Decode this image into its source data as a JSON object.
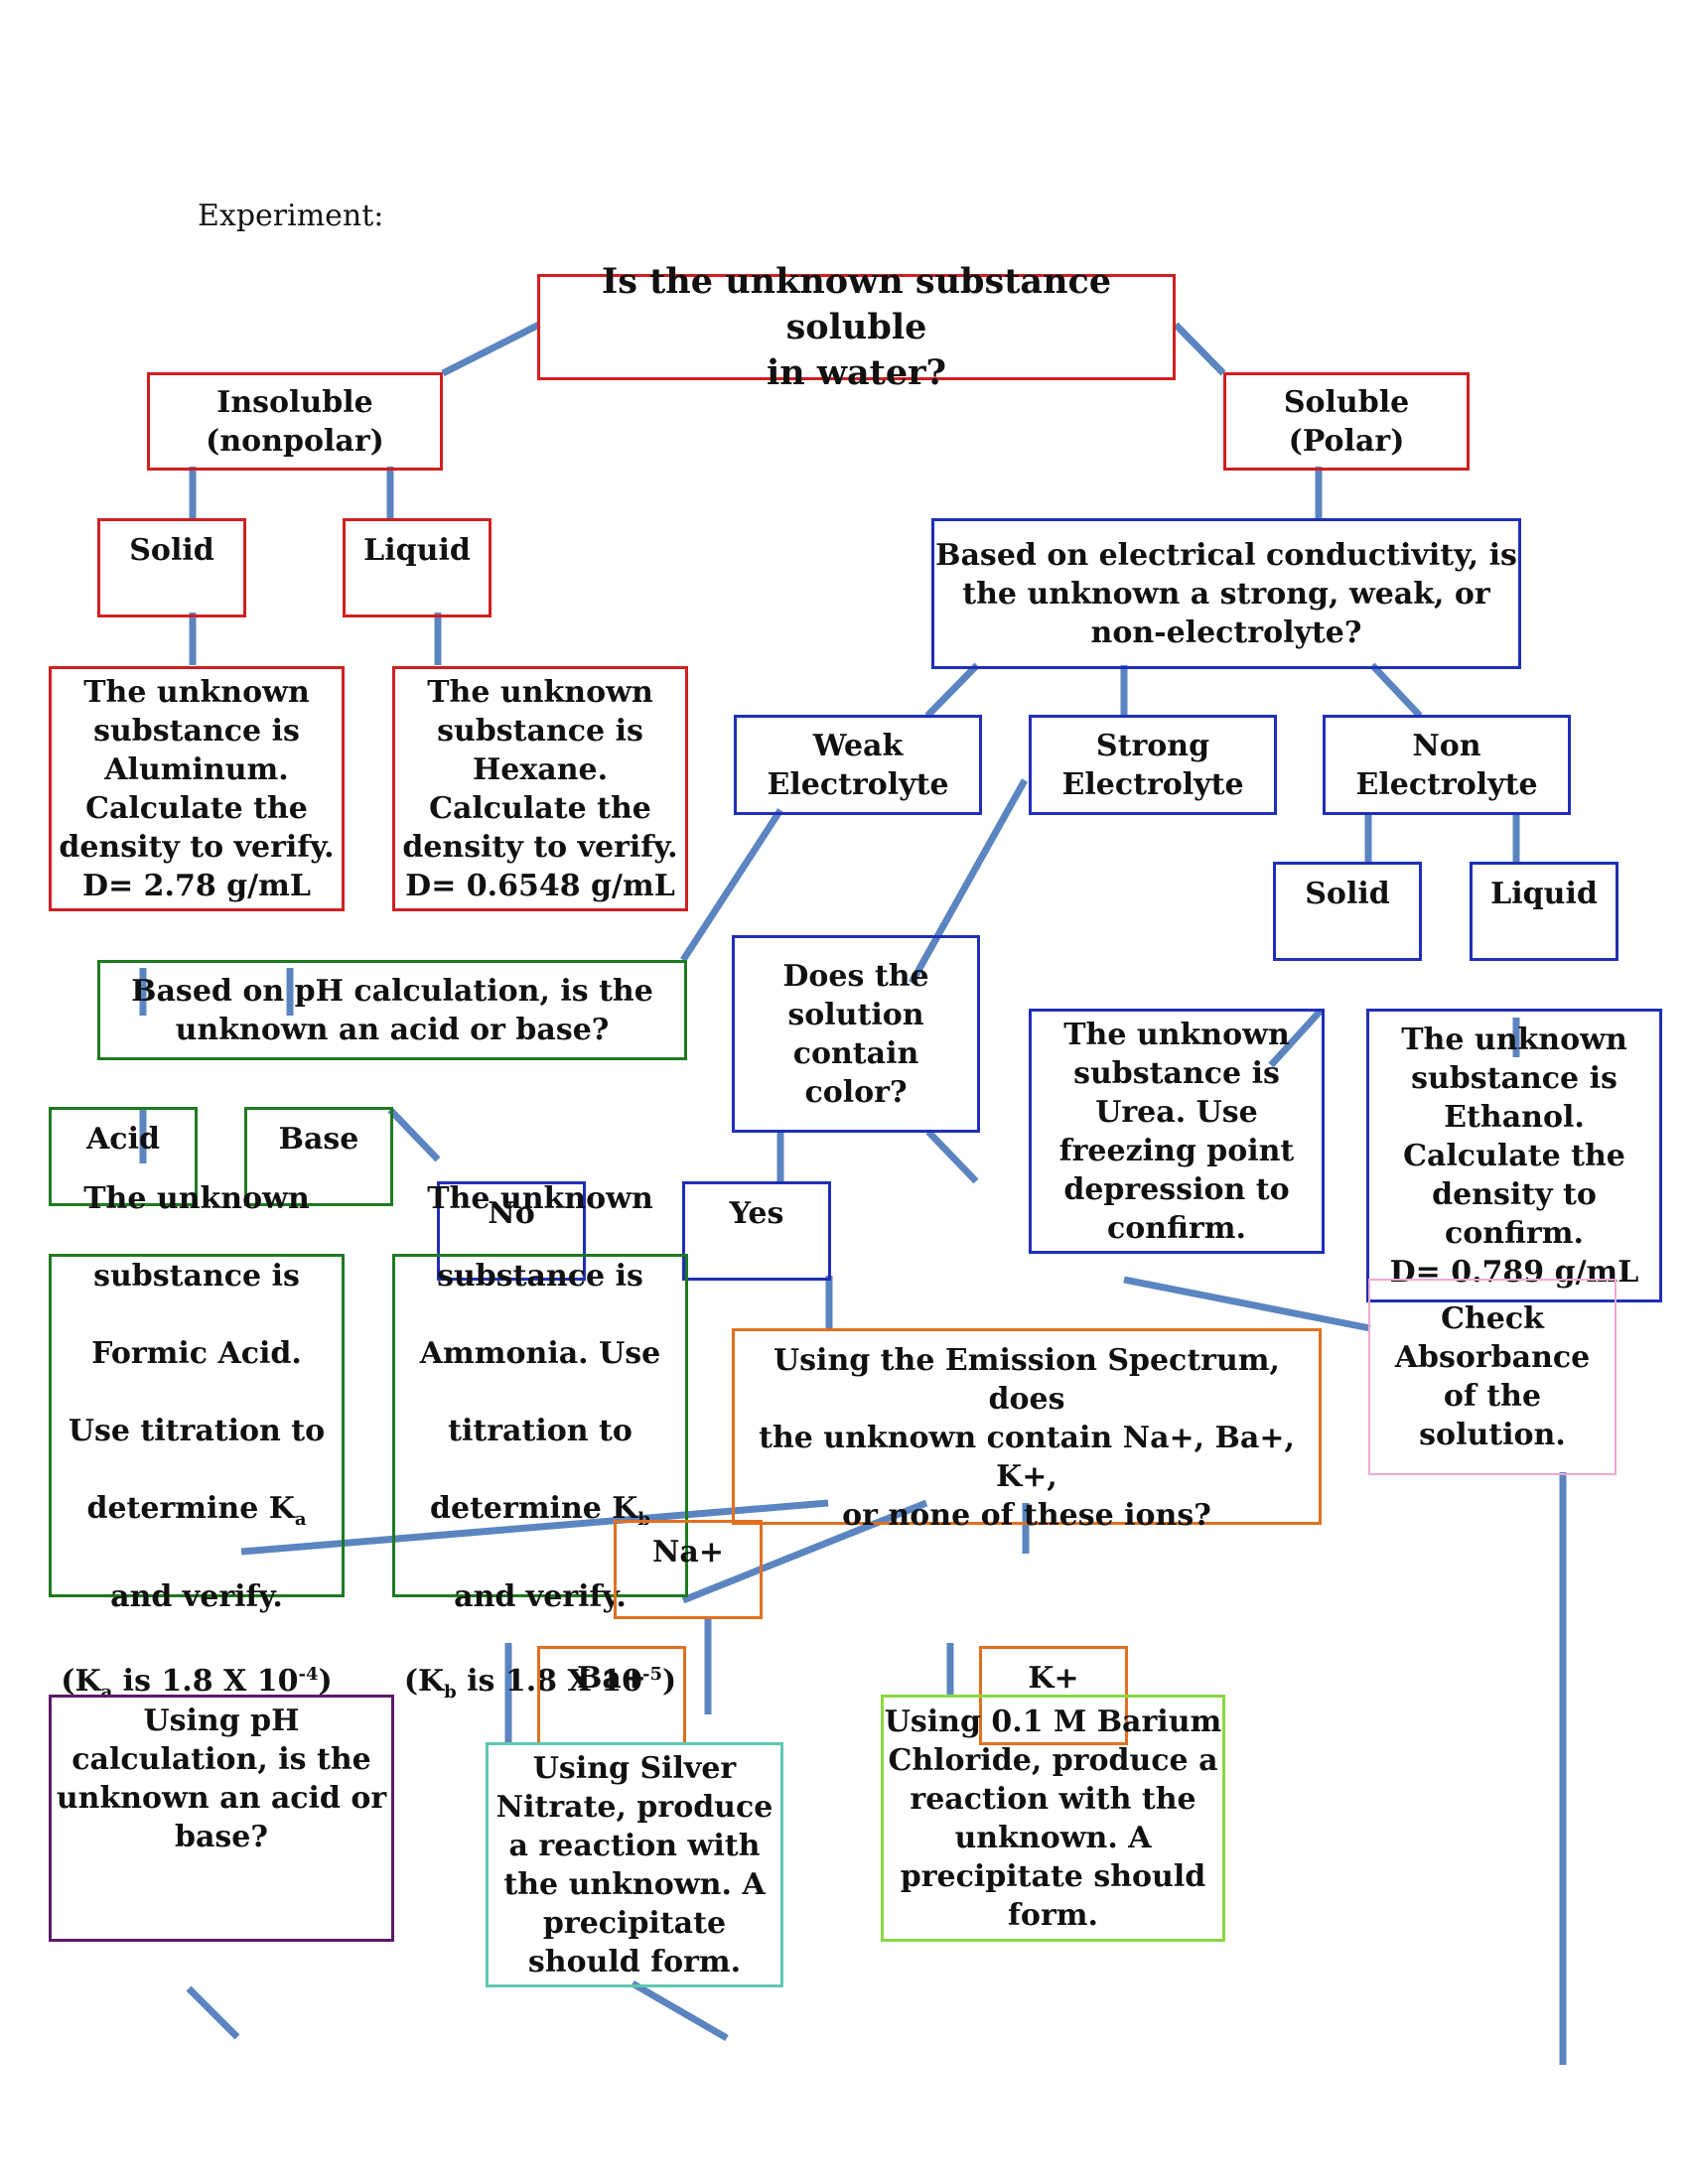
{
  "experiment_label": "Experiment:",
  "nodes": {
    "root": "Is the unknown substance soluble\nin water?",
    "insoluble": "Insoluble\n(nonpolar)",
    "soluble": "Soluble\n(Polar)",
    "insol_solid": "Solid",
    "insol_liquid": "Liquid",
    "aluminum": "The unknown\nsubstance is\nAluminum.\nCalculate the\ndensity to verify.\nD= 2.78 g/mL",
    "hexane": "The unknown\nsubstance is\nHexane.\nCalculate the\ndensity to verify.\nD= 0.6548 g/mL",
    "conductivity": "Based on electrical conductivity, is\nthe unknown a strong, weak, or\nnon-electrolyte?",
    "weak": "Weak\nElectrolyte",
    "strong": "Strong\nElectrolyte",
    "non": "Non\nElectrolyte",
    "non_solid": "Solid",
    "non_liquid": "Liquid",
    "ph_question": "Based on pH calculation, is the\nunknown an acid or base?",
    "color_question": "Does the\nsolution\ncontain\ncolor?",
    "urea": "The unknown\nsubstance is\nUrea.  Use\nfreezing point\ndepression to\nconfirm.",
    "ethanol": "The unknown\nsubstance is\nEthanol.\nCalculate the\ndensity to\nconfirm.\nD= 0.789 g/mL",
    "acid": "Acid",
    "base": "Base",
    "no": "No",
    "yes": "Yes",
    "formic_lines": [
      "The unknown",
      "substance is",
      "Formic Acid.",
      "Use titration to"
    ],
    "formic_k_pre": "determine K",
    "formic_k_sub": "a",
    "formic_verify": "and verify.",
    "formic_val_pre": "(K",
    "formic_val_sub": "a",
    "formic_val_mid": " is 1.8 X 10",
    "formic_val_sup": "-4",
    "formic_val_end": ")",
    "ammonia_lines": [
      "The unknown",
      "substance is",
      "Ammonia.   Use",
      "titration to"
    ],
    "ammonia_k_pre": "determine K",
    "ammonia_k_sub": "b",
    "ammonia_verify": "and verify.",
    "ammonia_val_pre": "(K",
    "ammonia_val_sub": "b",
    "ammonia_val_mid": " is 1.8 X 10",
    "ammonia_val_sup": "-5",
    "ammonia_val_end": ")",
    "absorbance": "Check\nAbsorbance\nof the\nsolution.",
    "emission": "Using the Emission Spectrum, does\nthe unknown contain Na+, Ba+, K+,\nor none of these ions?",
    "na": "Na+",
    "ba": "Ba+",
    "k": "K+",
    "ph_calc": "Using pH\ncalculation, is the\nunknown an acid or\nbase?",
    "silver": "Using Silver\nNitrate, produce\na reaction with\nthe unknown.  A\nprecipitate\nshould form.",
    "barium": "Using 0.1 M Barium\nChloride, produce a\nreaction with the\nunknown.  A\nprecipitate should\nform."
  },
  "colors": {
    "red": "#d11f1f",
    "blue": "#1f2fb8",
    "green": "#1f7a1f",
    "orange": "#e07020",
    "pink": "#f0a8d0",
    "purple": "#5a1a6a",
    "teal": "#5fc8b0",
    "lime": "#8ad840",
    "connector": "#5b85c0"
  }
}
